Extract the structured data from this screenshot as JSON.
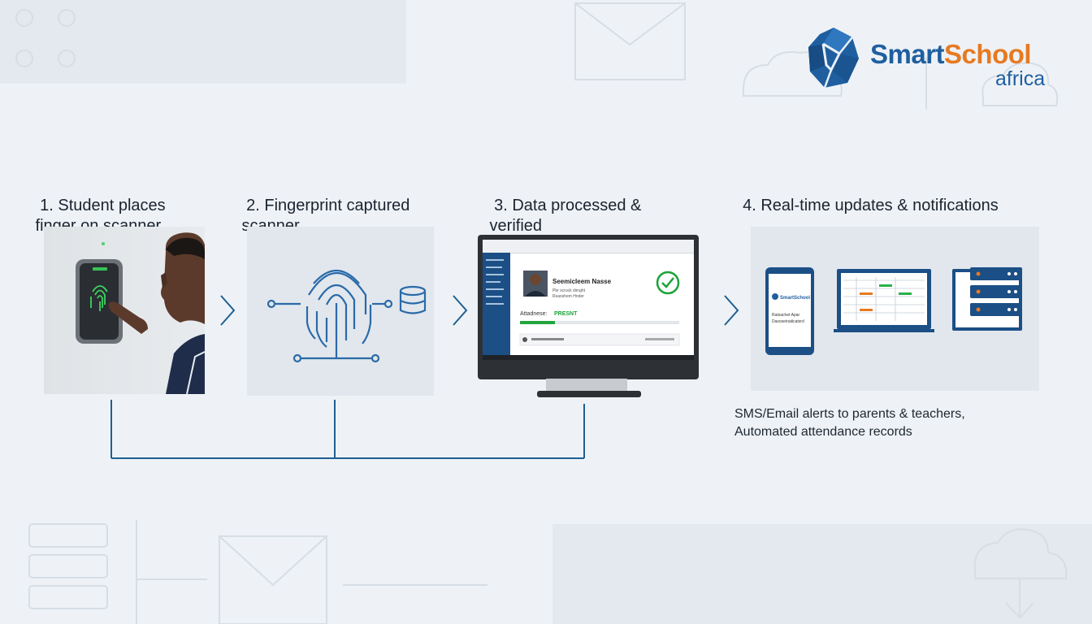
{
  "brand": {
    "name_part1": "Smart",
    "name_part2": "School",
    "subtitle": "africa",
    "colors": {
      "blue": "#1f5fa0",
      "orange": "#e67a22"
    }
  },
  "steps": [
    {
      "line1": "1. Student places",
      "line2": " finger on scanner",
      "visual": "student-scanner-photo"
    },
    {
      "line1": "2. Fingerprint captured",
      "line2": " scanner",
      "visual": "fingerprint-to-database-icon"
    },
    {
      "line1": "3. Data processed &",
      "line2": " verified",
      "visual": "verification-monitor"
    },
    {
      "line1": "4. Real-time updates & notifications",
      "line2": "",
      "visual": "devices-phone-laptop-servers"
    }
  ],
  "monitor": {
    "student_name": "Seemicleem Nasse",
    "student_sub1": "Pbr scruck sbnght",
    "student_sub2": "Rsaoshem Hnder",
    "attendance_label": "Attadnese:",
    "attendance_value": "PRESNT",
    "attendance_progress": 0.22,
    "status_icon": "check-circle-icon"
  },
  "phone_text": {
    "brand": "SmartSchool",
    "line1": "Ratsachet Apar",
    "line2": "Dasoseinaticatsrd"
  },
  "notifications_text": [
    "SMS/Email alerts to parents & teachers,",
    "Automated attendance records"
  ],
  "colors": {
    "primary_line": "#1f5f92",
    "icon_blue": "#2a6aa8",
    "success_green": "#1ca339",
    "background": "#eef2f6"
  }
}
